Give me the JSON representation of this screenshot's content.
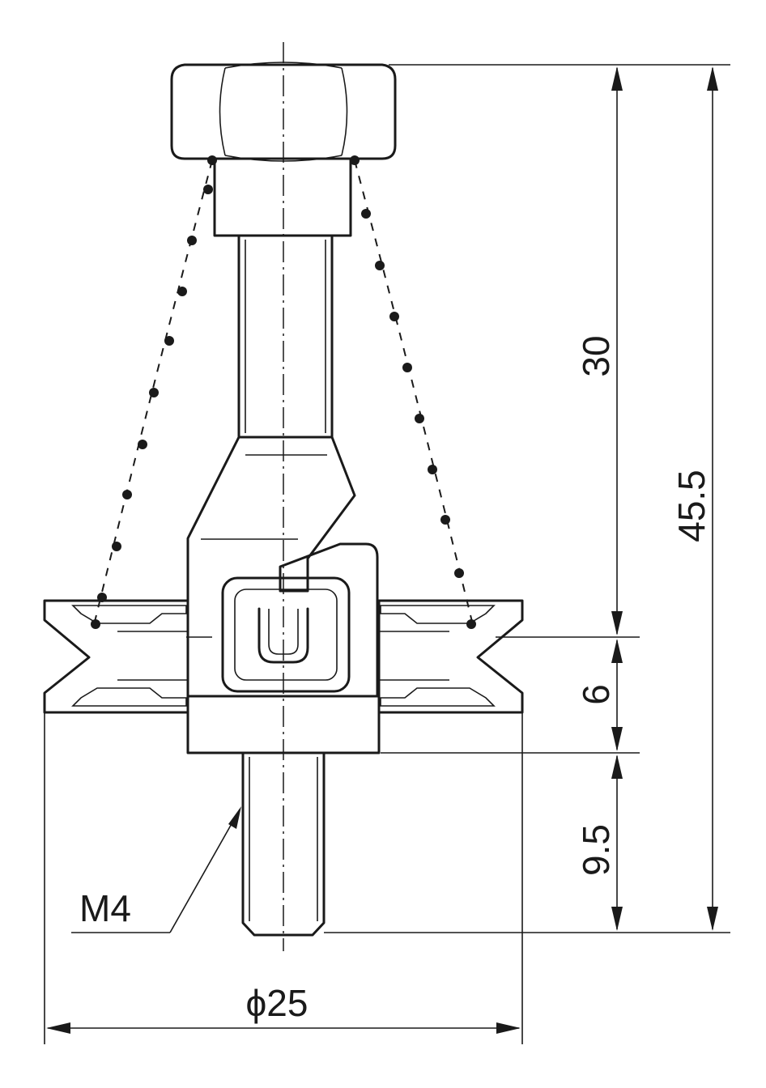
{
  "dimensions": {
    "height_30": "30",
    "height_45_5": "45.5",
    "height_6": "6",
    "height_9_5": "9.5",
    "diameter": "ϕ25"
  },
  "labels": {
    "thread": "M4"
  }
}
